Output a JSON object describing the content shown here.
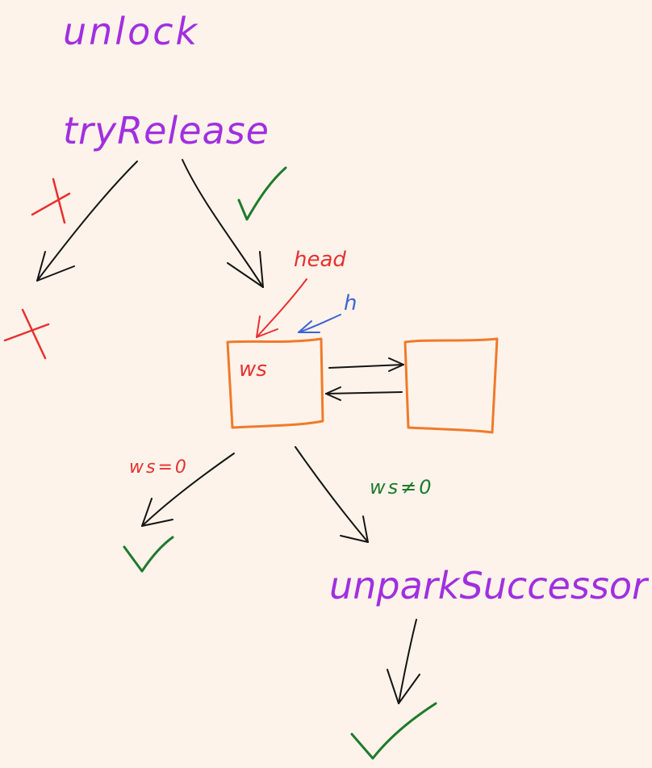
{
  "labels": {
    "unlock": "unlock",
    "try_release": "tryRelease",
    "head": "head",
    "h": "h",
    "ws": "ws",
    "ws_eq_0": "ws=0",
    "ws_ne_0": "ws≠0",
    "unpark_successor": "unparkSuccessor"
  },
  "colors": {
    "background": "#fdf3ea",
    "purple": "#a12fe0",
    "red": "#e8302f",
    "green": "#1f7a2c",
    "blue": "#3b63d6",
    "orange": "#f07a2a",
    "black": "#141414"
  }
}
